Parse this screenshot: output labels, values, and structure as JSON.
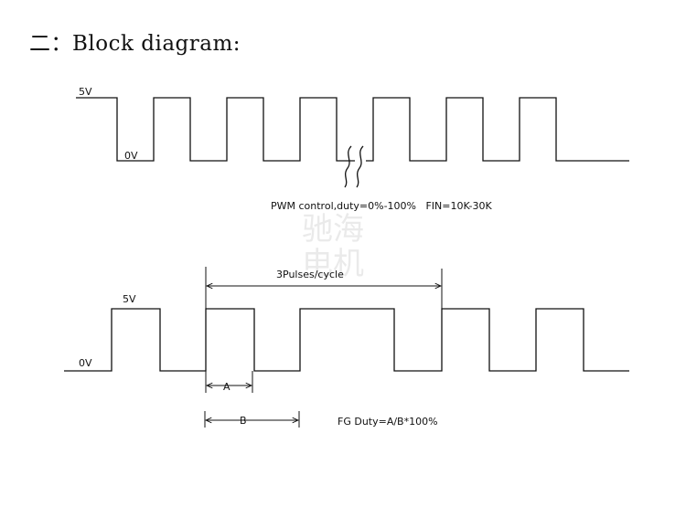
{
  "title": "二：Block diagram:",
  "watermark": [
    "驰海",
    "电机"
  ],
  "pwm": {
    "high_label": "5V",
    "low_label": "0V",
    "caption": "PWM control,duty=0%-100%   FIN=10K-30K"
  },
  "fg": {
    "high_label": "5V",
    "low_label": "0V",
    "cycle_label": "3Pulses/cycle",
    "a_label": "A",
    "b_label": "B",
    "caption": "FG Duty=A/B*100%"
  }
}
